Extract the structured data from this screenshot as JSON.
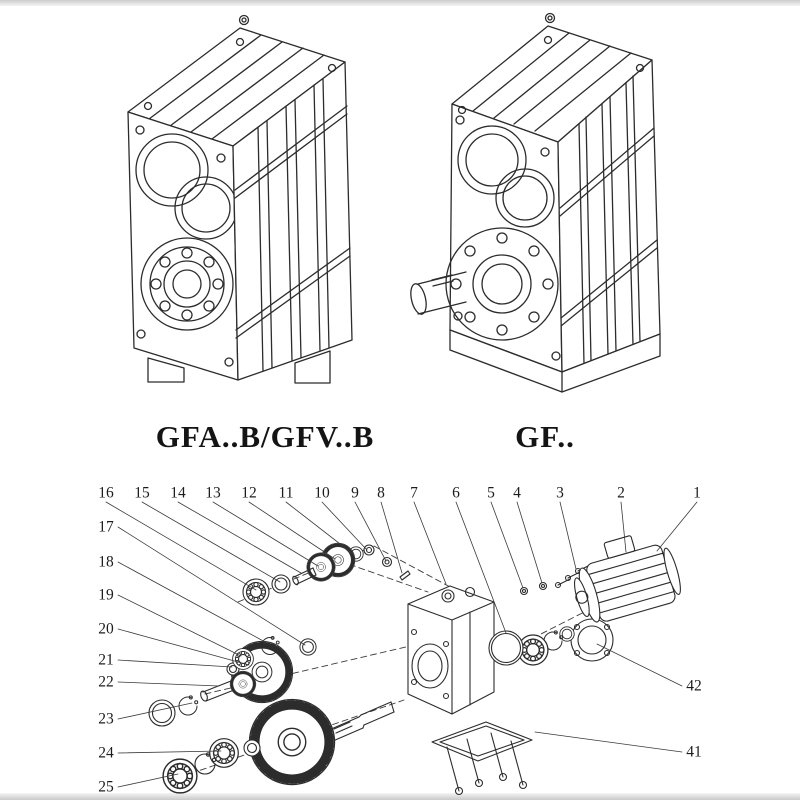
{
  "colors": {
    "line": "#2c2c2c",
    "background": "#ffffff"
  },
  "models": {
    "left": "GFA..B/GFV..B",
    "right": "GF.."
  },
  "exploded_view": {
    "top_row": [
      "16",
      "15",
      "14",
      "13",
      "12",
      "11",
      "10",
      "9",
      "8",
      "7",
      "6",
      "5",
      "4",
      "3",
      "2",
      "1"
    ],
    "left_column": [
      "17",
      "18",
      "19",
      "20",
      "21",
      "22",
      "23",
      "24",
      "25"
    ],
    "right_column": [
      "42",
      "41"
    ]
  }
}
